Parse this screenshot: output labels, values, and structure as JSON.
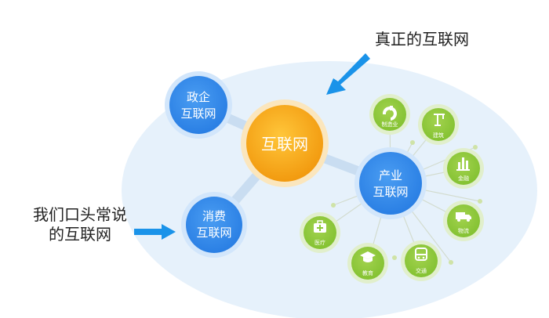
{
  "colors": {
    "background_ellipse": "#e6f1fb",
    "center_node": "#f6a316",
    "blue_node": "#2f86ea",
    "green_node": "#8fc93a",
    "arrow": "#1a93e9",
    "connector": "#c9ddf1",
    "spoke": "#d0dccc"
  },
  "center": {
    "label": "互联网"
  },
  "nodes": {
    "government": {
      "line1": "政企",
      "line2": "互联网"
    },
    "consumer": {
      "line1": "消费",
      "line2": "互联网"
    },
    "industrial": {
      "line1": "产业",
      "line2": "互联网"
    }
  },
  "callouts": {
    "real_internet": "真正的互联网",
    "common_line1": "我们口头常说",
    "common_line2": "的互联网"
  },
  "industries": [
    {
      "label": "制造业",
      "icon": "factory-icon"
    },
    {
      "label": "建筑",
      "icon": "crane-icon"
    },
    {
      "label": "金融",
      "icon": "bar-chart-icon"
    },
    {
      "label": "物流",
      "icon": "truck-icon"
    },
    {
      "label": "交通",
      "icon": "bus-icon"
    },
    {
      "label": "教育",
      "icon": "graduation-cap-icon"
    },
    {
      "label": "医疗",
      "icon": "medical-kit-icon"
    }
  ]
}
